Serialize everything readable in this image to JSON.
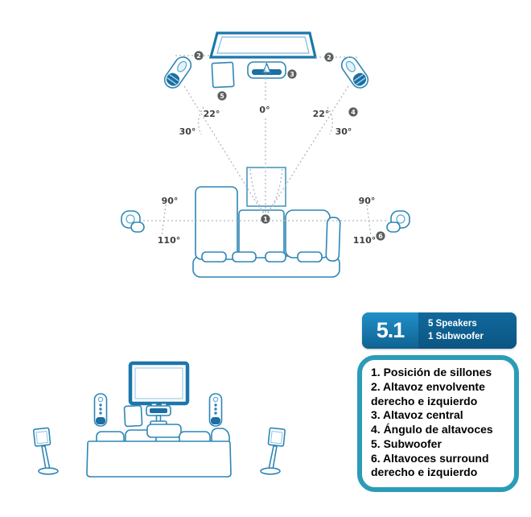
{
  "figure_title": "5.1 speaker placement diagram",
  "colors": {
    "diagram_blue": "#2e86b5",
    "diagram_dark_blue": "#1b76ab",
    "accent_fill": "#1c6ea3",
    "dashed_gray": "#b0b6ba",
    "marker_gray": "#5a5e60",
    "angle_text": "#3d4043",
    "badge_blue_light": "#1b85bd",
    "badge_blue_dark": "#0b5583",
    "legend_border": "#2a9cb8",
    "legend_text": "#000000"
  },
  "diagram": {
    "markers": {
      "m1": "1",
      "m2": "2",
      "m3": "3",
      "m4": "4",
      "m5": "5",
      "m6": "6"
    },
    "angles": {
      "front_center": "0°",
      "front_inner": "22°",
      "front_outer": "30°",
      "side": "90°",
      "rear": "110°"
    }
  },
  "badge": {
    "format": "5.1",
    "speakers_label": "5 Speakers",
    "subwoofer_label": "1 Subwoofer"
  },
  "legend": {
    "items": [
      "1. Posición de sillones",
      "2. Altavoz envolvente derecho e izquierdo",
      "3. Altavoz central",
      "4. Ángulo de altavoces",
      "5. Subwoofer",
      "6. Altavoces surround derecho e izquierdo"
    ]
  }
}
